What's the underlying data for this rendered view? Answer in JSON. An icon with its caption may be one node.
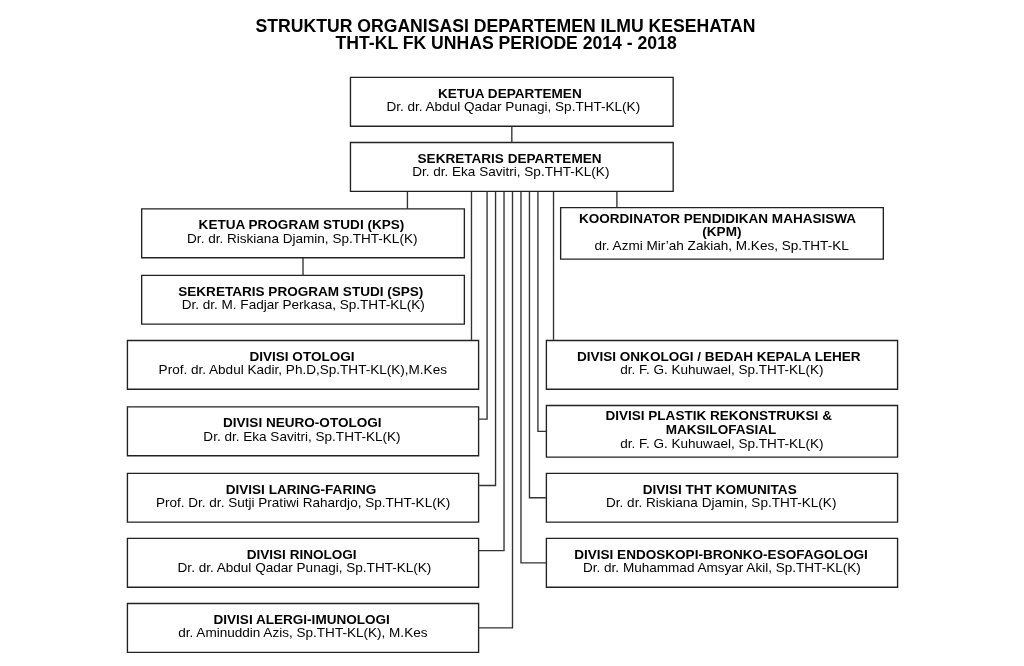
{
  "diagram": {
    "title": "STRUKTUR ORGANISASI DEPARTEMEN ILMU KESEHATAN THT-KL FK UNHAS PERIODE 2014 - 2018",
    "nodes": [
      {
        "text": [
          "KETUA DEPARTEMEN",
          "Dr. dr. Abdul Qadar Punagi, Sp.THT-KL(K)"
        ]
      },
      {
        "text": [
          "SEKRETARIS DEPARTEMEN",
          "Dr. dr. Eka Savitri, Sp.THT-KL(K)"
        ]
      },
      {
        "text": [
          "KETUA PROGRAM STUDI (KPS)",
          "Dr. dr. Riskiana Djamin, Sp.THT-KL(K)"
        ]
      },
      {
        "text": [
          "KOORDINATOR PENDIDIKAN MAHASISWA (KPM)",
          "dr. Azmi Mir’ah Zakiah, M.Kes, Sp.THT-KL"
        ]
      },
      {
        "text": [
          "SEKRETARIS PROGRAM STUDI (SPS)",
          "Dr. dr. M. Fadjar Perkasa, Sp.THT-KL(K)"
        ]
      },
      {
        "text": [
          "DIVISI OTOLOGI",
          "Prof. dr. Abdul Kadir, Ph.D,Sp.THT-KL(K),M.Kes"
        ]
      },
      {
        "text": [
          "DIVISI NEURO-OTOLOGI",
          "Dr. dr. Eka Savitri, Sp.THT-KL(K)"
        ]
      },
      {
        "text": [
          "DIVISI LARING-FARING",
          "Prof. Dr. dr. Sutji Pratiwi Rahardjo, Sp.THT-KL(K)"
        ]
      },
      {
        "text": [
          "DIVISI RINOLOGI",
          "Dr. dr. Abdul Qadar Punagi, Sp.THT-KL(K)"
        ]
      },
      {
        "text": [
          "DIVISI ALERGI-IMUNOLOGI",
          "dr. Aminuddin Azis, Sp.THT-KL(K), M.Kes"
        ]
      },
      {
        "text": [
          "DIVISI ONKOLOGI / BEDAH KEPALA LEHER",
          "dr. F. G. Kuhuwael, Sp.THT-KL(K)"
        ]
      },
      {
        "text": [
          "DIVISI PLASTIK REKONSTRUKSI & MAKSILOFASIAL",
          "dr. F. G. Kuhuwael, Sp.THT-KL(K)"
        ]
      },
      {
        "text": [
          "DIVISI THT KOMUNITAS",
          "Dr. dr. Riskiana Djamin, Sp.THT-KL(K)"
        ]
      },
      {
        "text": [
          "DIVISI ENDOSKOPI-BRONKO-ESOFAGOLOGI",
          "Dr. dr. Muhammad Amsyar Akil, Sp.THT-KL(K)"
        ]
      }
    ],
    "edges": [
      {
        "from": 0,
        "to": 1,
        "arrow": "none"
      },
      {
        "from": 1,
        "to": 2,
        "arrow": "none"
      },
      {
        "from": 1,
        "to": 3,
        "arrow": "none"
      },
      {
        "from": 2,
        "to": 4,
        "arrow": "none"
      },
      {
        "from": 1,
        "to": 5,
        "arrow": "none"
      },
      {
        "from": 1,
        "to": 6,
        "arrow": "none"
      },
      {
        "from": 1,
        "to": 7,
        "arrow": "none"
      },
      {
        "from": 1,
        "to": 8,
        "arrow": "none"
      },
      {
        "from": 1,
        "to": 9,
        "arrow": "none"
      },
      {
        "from": 1,
        "to": 10,
        "arrow": "none"
      },
      {
        "from": 1,
        "to": 11,
        "arrow": "none"
      },
      {
        "from": 1,
        "to": 12,
        "arrow": "none"
      },
      {
        "from": 1,
        "to": 13,
        "arrow": "none"
      }
    ]
  }
}
